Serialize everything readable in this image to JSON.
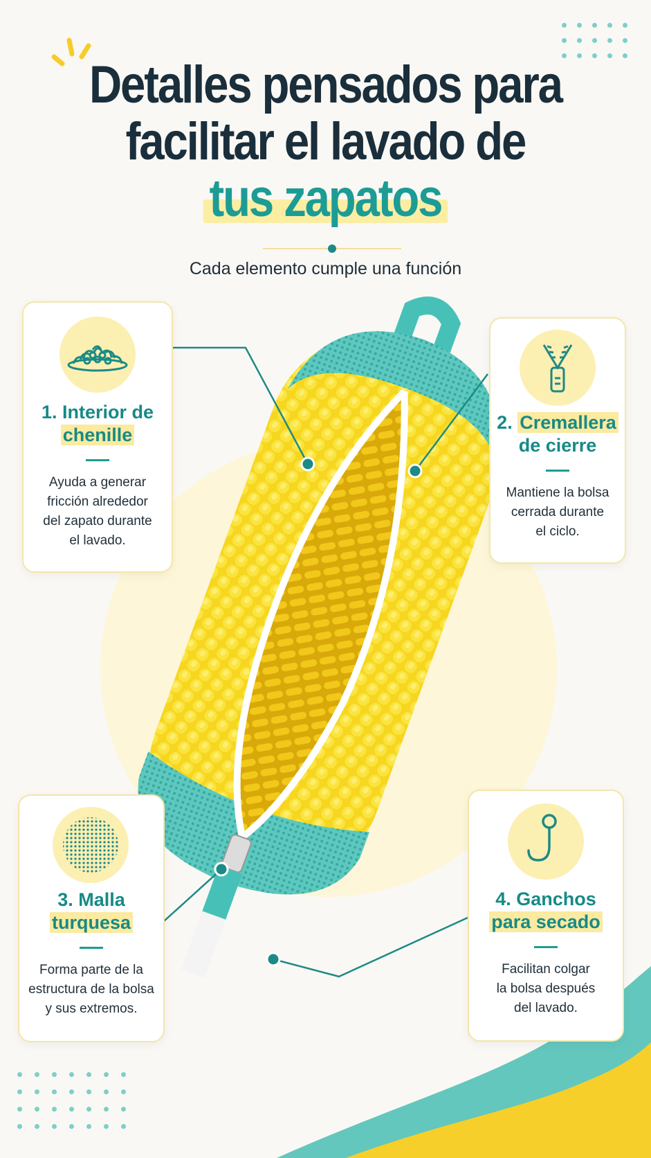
{
  "header": {
    "title_line1": "Detalles pensados para",
    "title_line2": "facilitar el lavado de",
    "title_line3": "tus zapatos",
    "subtitle": "Cada elemento cumple una función"
  },
  "features": [
    {
      "number_and_title": "1. Interior de",
      "title_highlight": "chenille",
      "description_lines": [
        "Ayuda a generar",
        "fricción alrededor",
        "del zapato durante",
        "el lavado."
      ],
      "icon": "chenille-tuft-icon"
    },
    {
      "number_prefix": "2.",
      "title_highlight": "Cremallera",
      "title_line2": "de cierre",
      "description_lines": [
        "Mantiene la bolsa",
        "cerrada durante",
        "el ciclo."
      ],
      "icon": "zipper-icon"
    },
    {
      "number_prefix": "3. Malla",
      "title_highlight": "turquesa",
      "description_lines": [
        "Forma parte de la",
        "estructura de la bolsa",
        "y sus extremos."
      ],
      "icon": "mesh-icon"
    },
    {
      "number_prefix": "4. Ganchos",
      "title_highlight": "para secado",
      "description_lines": [
        "Facilitan colgar",
        "la bolsa después",
        "del lavado."
      ],
      "icon": "hook-icon"
    }
  ],
  "colors": {
    "teal": "#1c9c94",
    "yellow": "#f7d227",
    "navy": "#1a2e3b",
    "highlight": "#fbeea3"
  }
}
